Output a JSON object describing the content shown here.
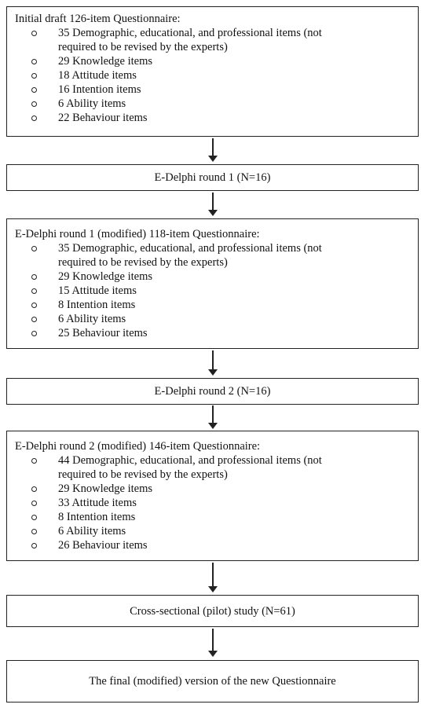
{
  "step1": {
    "title": "Initial draft 126-item Questionnaire:",
    "items": [
      {
        "line1": "35 Demographic, educational, and professional items (not",
        "line2": "required to be revised by the experts)"
      },
      {
        "line1": "29 Knowledge items"
      },
      {
        "line1": "18 Attitude items"
      },
      {
        "line1": "16 Intention items"
      },
      {
        "line1": "6 Ability items"
      },
      {
        "line1": "22 Behaviour items"
      }
    ]
  },
  "step2": {
    "label": "E-Delphi round 1 (N=16)"
  },
  "step3": {
    "title": "E-Delphi round 1 (modified) 118-item Questionnaire:",
    "items": [
      {
        "line1": "35 Demographic, educational, and professional items (not",
        "line2": "required to be revised by the experts)"
      },
      {
        "line1": "29 Knowledge items"
      },
      {
        "line1": "15 Attitude items"
      },
      {
        "line1": "8 Intention items"
      },
      {
        "line1": "6 Ability items"
      },
      {
        "line1": "25 Behaviour items"
      }
    ]
  },
  "step4": {
    "label": "E-Delphi round 2 (N=16)"
  },
  "step5": {
    "title": "E-Delphi round 2 (modified) 146-item Questionnaire:",
    "items": [
      {
        "line1": "44 Demographic, educational, and professional items (not",
        "line2": "required to be revised by the experts)"
      },
      {
        "line1": "29 Knowledge items"
      },
      {
        "line1": "33 Attitude items"
      },
      {
        "line1": "8 Intention items"
      },
      {
        "line1": "6 Ability items"
      },
      {
        "line1": "26 Behaviour items"
      }
    ]
  },
  "step6": {
    "label": "Cross-sectional (pilot) study (N=61)"
  },
  "step7": {
    "label": "The final (modified) version of the new Questionnaire"
  }
}
